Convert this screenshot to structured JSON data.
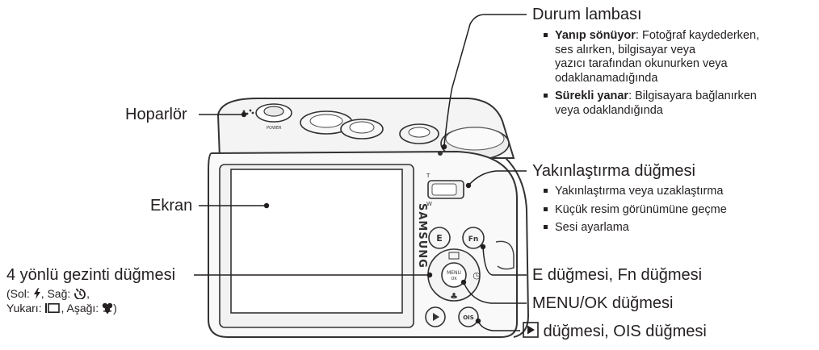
{
  "labels": {
    "status_lamp": "Durum lambası",
    "speaker": "Hoparlör",
    "screen": "Ekran",
    "zoom_button": "Yakınlaştırma düğmesi",
    "e_fn_button": "E düğmesi, Fn düğmesi",
    "nav_button": "4 yönlü gezinti düğmesi",
    "menu_ok_button": "MENU/OK düğmesi",
    "play_ois_button": "düğmesi, OIS düğmesi"
  },
  "nav_legend": {
    "left_prefix": "(Sol:",
    "right_prefix": ", Sağ:",
    "line1_end": ",",
    "up_prefix": "Yukarı:",
    "down_prefix": ", Aşağı:",
    "line2_end": ")"
  },
  "status_lamp_bullets": [
    {
      "term": "Yanıp sönüyor",
      "text": ": Fotoğraf kaydederken,",
      "cont": [
        "ses alırken, bilgisayar veya",
        "yazıcı tarafından okunurken veya",
        "odaklanamadığında"
      ]
    },
    {
      "term": "Sürekli yanar",
      "text": ": Bilgisayara bağlanırken",
      "cont": [
        "veya odaklandığında"
      ]
    }
  ],
  "zoom_bullets": [
    "Yakınlaştırma veya uzaklaştırma",
    "Küçük resim görünümüne geçme",
    "Sesi ayarlama"
  ],
  "camera": {
    "brand": "SAMSUNG",
    "power_label": "POWER",
    "zoom_t": "T",
    "zoom_w": "W",
    "e_key": "E",
    "fn_key": "Fn",
    "menu_key": "MENU",
    "ok_key": "OK",
    "ois_key": "OIS"
  }
}
